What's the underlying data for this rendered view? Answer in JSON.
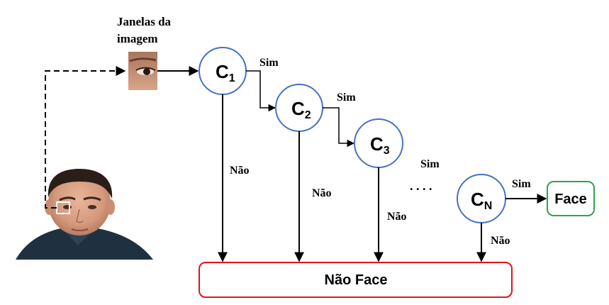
{
  "caption": {
    "line1": "Janelas da",
    "line2": "imagem"
  },
  "classifiers": {
    "c1": {
      "letter": "C",
      "subscript": "1"
    },
    "c2": {
      "letter": "C",
      "subscript": "2"
    },
    "c3": {
      "letter": "C",
      "subscript": "3"
    },
    "cn": {
      "letter": "C",
      "subscript": "N"
    }
  },
  "labels": {
    "sim1": "Sim",
    "sim2": "Sim",
    "sim3": "Sim",
    "sim4": "Sim",
    "nao1": "Não",
    "nao2": "Não",
    "nao3": "Não",
    "nao4": "Não",
    "ellipsis": ". . . ."
  },
  "outputs": {
    "face": "Face",
    "non_face": "Não Face"
  },
  "colors": {
    "circle_stroke": "#4472c4",
    "face_box_stroke": "#2ea44f",
    "non_face_box_stroke": "#e0141e",
    "arrow": "#000000"
  },
  "icons": {
    "eye_window": "eye-crop-photo",
    "face_photo": "face-photo"
  }
}
